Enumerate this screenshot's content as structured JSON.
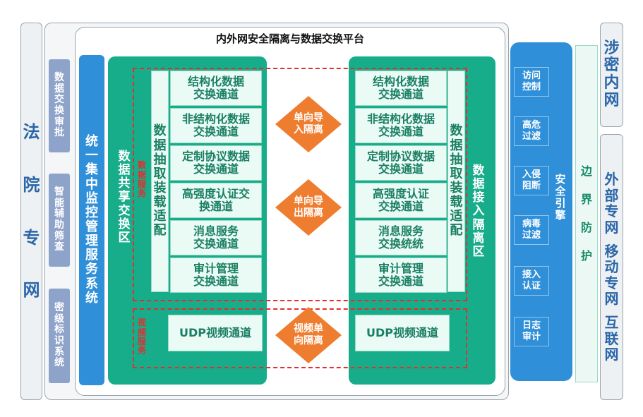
{
  "left_side": {
    "title": [
      "法",
      "院",
      "专",
      "网"
    ]
  },
  "platform": {
    "title": "内外网安全隔离与数据交换平台"
  },
  "left_functions": [
    {
      "label": [
        "数",
        "据",
        "交",
        "换",
        "审",
        "批"
      ]
    },
    {
      "label": [
        "智",
        "能",
        "辅",
        "助",
        "筛",
        "查"
      ]
    },
    {
      "label": [
        "密",
        "级",
        "标",
        "识",
        "系",
        "统"
      ]
    }
  ],
  "mgmt_system": {
    "label": [
      "统",
      "一",
      "集",
      "中",
      "监",
      "控",
      "管",
      "理",
      "服",
      "务",
      "系",
      "统"
    ]
  },
  "share_zone": {
    "label": [
      "数",
      "据",
      "共",
      "享",
      "交",
      "换",
      "区"
    ]
  },
  "access_zone": {
    "label": [
      "数",
      "据",
      "接",
      "入",
      "隔",
      "离",
      "区"
    ]
  },
  "data_service": {
    "label": [
      "数",
      "据",
      "服",
      "务"
    ]
  },
  "video_service": {
    "label": [
      "视",
      "频",
      "服",
      "务"
    ]
  },
  "extract_left": {
    "label": [
      "数",
      "据",
      "抽",
      "取",
      "装",
      "载",
      "适",
      "配"
    ]
  },
  "extract_right": {
    "label": [
      "数",
      "据",
      "抽",
      "取",
      "装",
      "载",
      "适",
      "配"
    ]
  },
  "left_channels": [
    "结构化数据\n交换通道",
    "非结构化数据\n交换通道",
    "定制协议数据\n交换通道",
    "高强度认证交\n换通道",
    "消息服务\n交换通道",
    "审计管理\n交换通道"
  ],
  "right_channels": [
    "结构化数据\n交换通道",
    "非结构化数据\n交换通道",
    "定制协议数据\n交换通道",
    "高强度认证\n交换通道",
    "消息服务\n交换统统",
    "审计管理\n交换通道"
  ],
  "udp_left": "UDP视频通道",
  "udp_right": "UDP视频通道",
  "isolation": [
    "单向导\n入隔离",
    "单向导\n出隔离",
    "视频单\n向隔离"
  ],
  "security_engine": {
    "title": [
      "安",
      "全",
      "引",
      "擎"
    ],
    "items": [
      "访问\n控制",
      "高危\n过滤",
      "入侵\n阻断",
      "病毒\n过滤",
      "接入\n认证",
      "日志\n审计"
    ]
  },
  "boundary": {
    "label": [
      "边",
      "界",
      "防",
      "护"
    ]
  },
  "right_side": {
    "classified": [
      "涉",
      "密",
      "内",
      "网"
    ],
    "external": [
      "外",
      "部",
      "专",
      "网"
    ],
    "mobile": [
      "移",
      "动",
      "专",
      "网"
    ],
    "internet": [
      "互",
      "联",
      "网"
    ]
  },
  "colors": {
    "teal": "#17ad8a",
    "blue": "#2f8fd8",
    "orange": "#ee7d2f",
    "red": "#e52d2d",
    "slate": "#8ea3c9"
  }
}
